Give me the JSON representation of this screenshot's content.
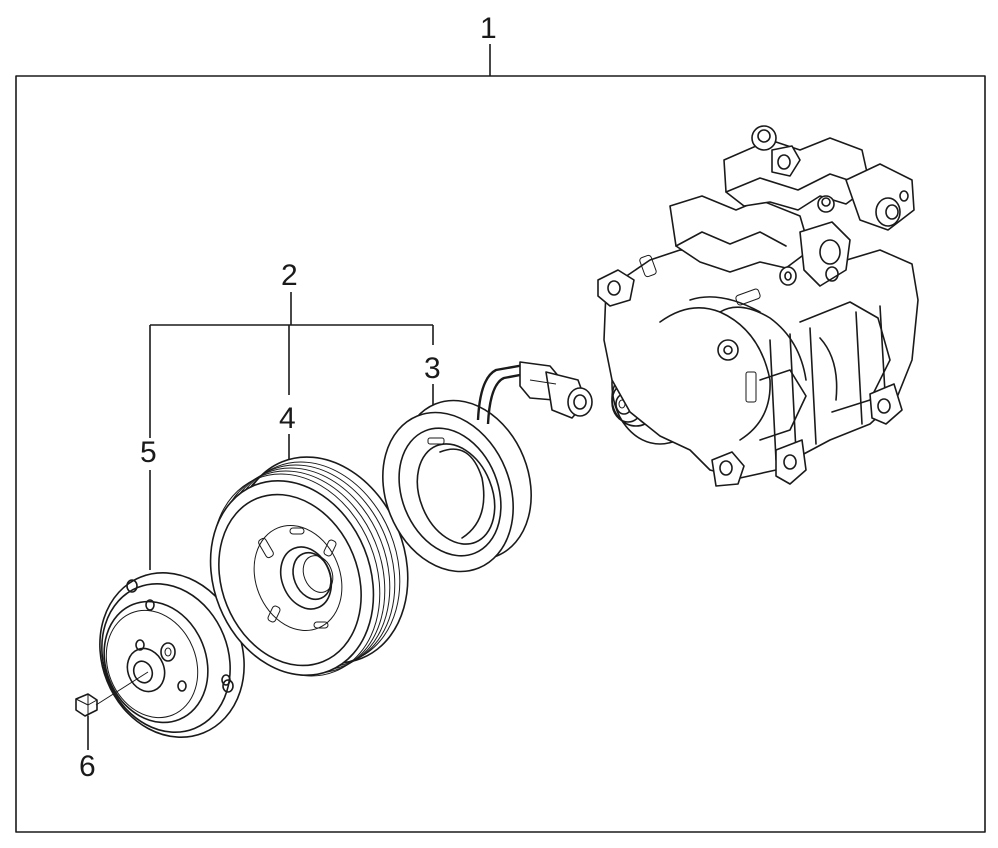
{
  "callouts": {
    "assembly": "1",
    "clutch_kit": "2",
    "field_coil": "3",
    "pulley": "4",
    "pressure_plate": "5",
    "bolt": "6"
  },
  "colors": {
    "line": "#1a1a1a",
    "background": "#ffffff"
  }
}
